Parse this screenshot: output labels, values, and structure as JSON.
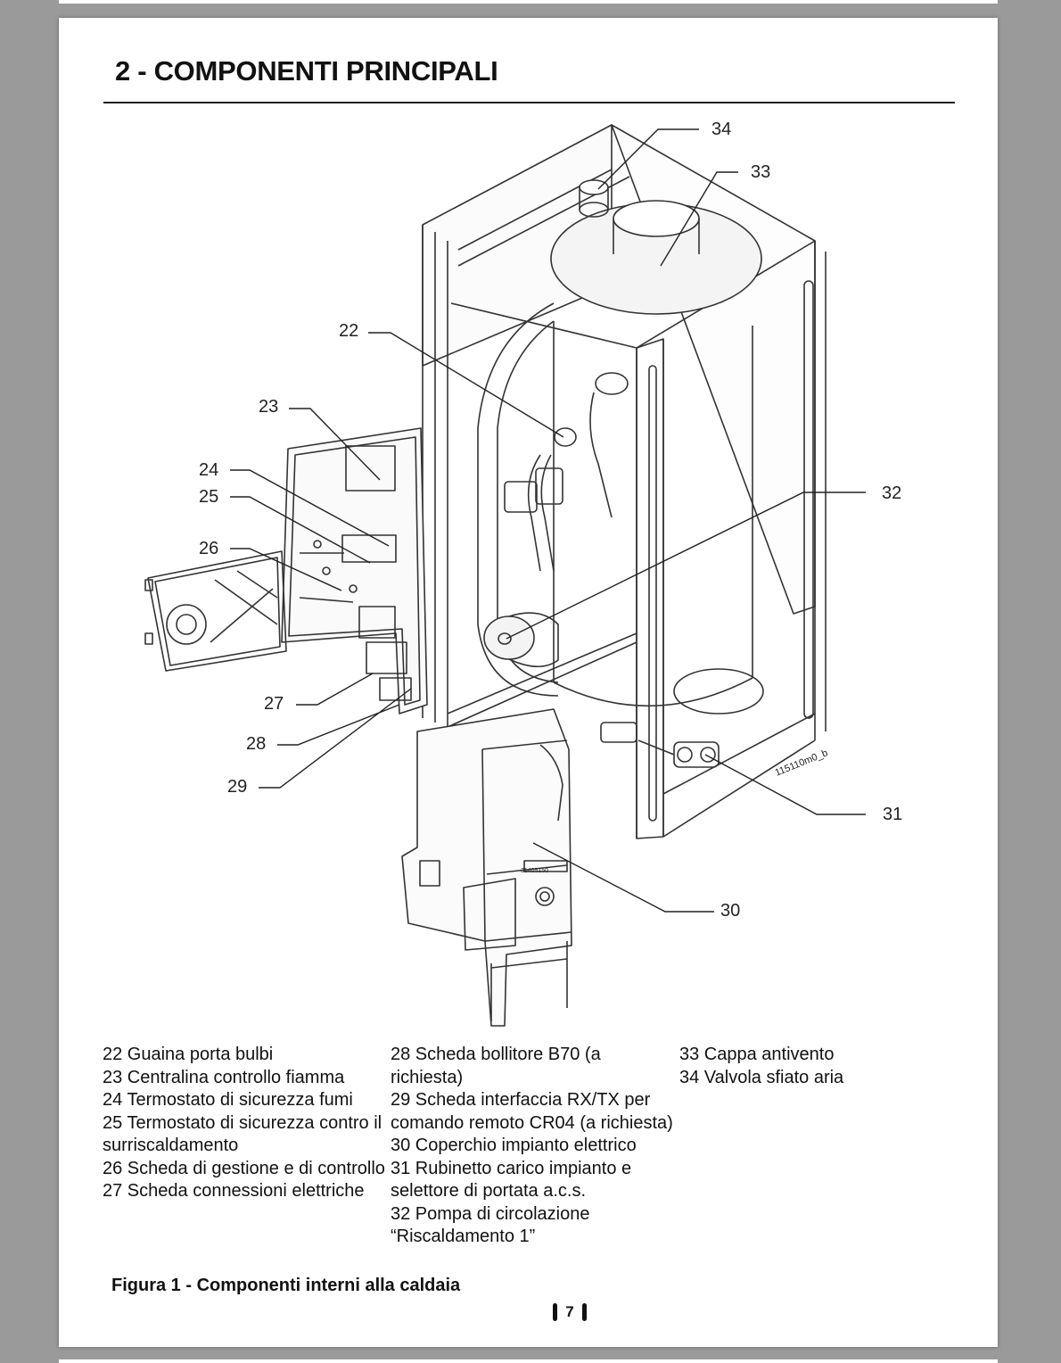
{
  "page": {
    "title": "2 - COMPONENTI PRINCIPALI",
    "figure_caption": "Figura 1 - Componenti interni alla caldaia",
    "page_number": "7"
  },
  "drawing": {
    "callouts": [
      "22",
      "23",
      "24",
      "25",
      "26",
      "27",
      "28",
      "29",
      "30",
      "31",
      "32",
      "33",
      "34"
    ],
    "drawing_code": "115110m0_b",
    "cover_label": "31405150"
  },
  "legend": {
    "col1": [
      "22 Guaina porta bulbi",
      "23 Centralina controllo fiamma",
      "24 Termostato di sicurezza fumi",
      "25 Termostato di sicurezza contro il surriscaldamento",
      "26 Scheda di gestione e di controllo",
      "27 Scheda connessioni elettriche"
    ],
    "col2": [
      "28 Scheda bollitore B70 (a richiesta)",
      "29 Scheda interfaccia RX/TX per comando remoto CR04  (a richiesta)",
      "30 Coperchio impianto elettrico",
      "31 Rubinetto carico impianto e selettore di portata a.c.s.",
      "32 Pompa di circolazione “Riscaldamento 1”"
    ],
    "col3": [
      "33 Cappa antivento",
      "34 Valvola sfiato aria"
    ]
  }
}
